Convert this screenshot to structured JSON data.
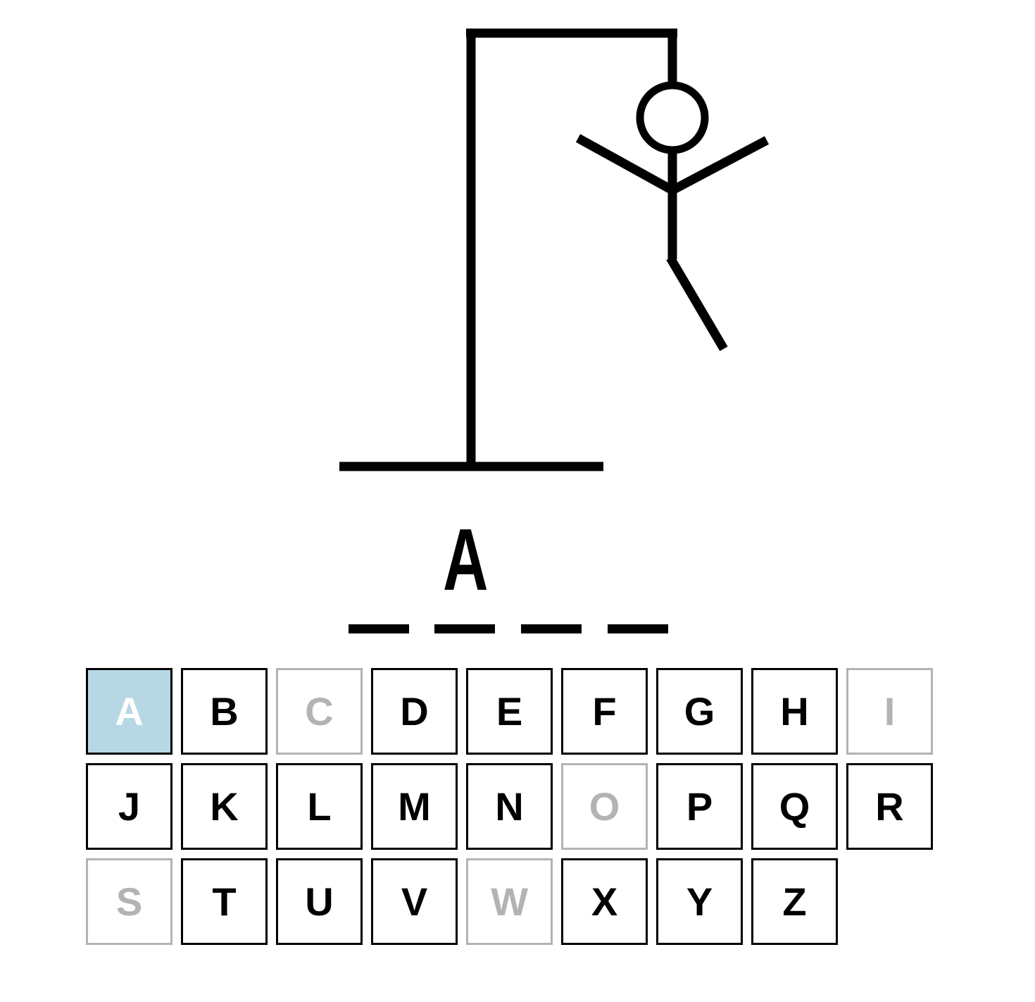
{
  "game": {
    "wrong_guesses": 5,
    "word_length": 4
  },
  "word": [
    {
      "letter": ""
    },
    {
      "letter": "A"
    },
    {
      "letter": ""
    },
    {
      "letter": ""
    }
  ],
  "keyboard": {
    "keys": [
      {
        "letter": "A",
        "state": "correct"
      },
      {
        "letter": "B",
        "state": "unused"
      },
      {
        "letter": "C",
        "state": "wrong"
      },
      {
        "letter": "D",
        "state": "unused"
      },
      {
        "letter": "E",
        "state": "unused"
      },
      {
        "letter": "F",
        "state": "unused"
      },
      {
        "letter": "G",
        "state": "unused"
      },
      {
        "letter": "H",
        "state": "unused"
      },
      {
        "letter": "I",
        "state": "wrong"
      },
      {
        "letter": "J",
        "state": "unused"
      },
      {
        "letter": "K",
        "state": "unused"
      },
      {
        "letter": "L",
        "state": "unused"
      },
      {
        "letter": "M",
        "state": "unused"
      },
      {
        "letter": "N",
        "state": "unused"
      },
      {
        "letter": "O",
        "state": "wrong"
      },
      {
        "letter": "P",
        "state": "unused"
      },
      {
        "letter": "Q",
        "state": "unused"
      },
      {
        "letter": "R",
        "state": "unused"
      },
      {
        "letter": "S",
        "state": "wrong"
      },
      {
        "letter": "T",
        "state": "unused"
      },
      {
        "letter": "U",
        "state": "unused"
      },
      {
        "letter": "V",
        "state": "unused"
      },
      {
        "letter": "W",
        "state": "wrong"
      },
      {
        "letter": "X",
        "state": "unused"
      },
      {
        "letter": "Y",
        "state": "unused"
      },
      {
        "letter": "Z",
        "state": "unused"
      }
    ]
  },
  "colors": {
    "correct_bg": "#b7d7e4",
    "correct_text": "#ffffff",
    "wrong": "#b3b3b3",
    "ink": "#000000"
  }
}
